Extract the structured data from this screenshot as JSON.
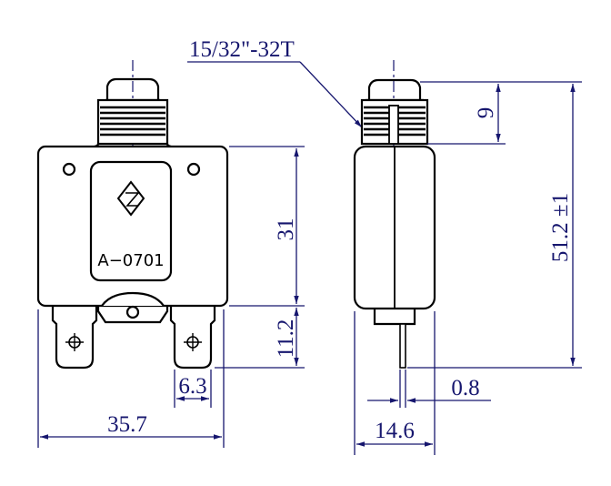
{
  "front_view": {
    "model_label": "A−0701",
    "logo": "switch-logo-icon"
  },
  "dimensions": {
    "thread": "15/32\"-32T",
    "bushing_height": "9",
    "overall_height": "51.2 ±1",
    "body_height": "31",
    "terminal_height": "11.2",
    "terminal_width": "6.3",
    "overall_width": "35.7",
    "terminal_thickness": "0.8",
    "side_width": "14.6"
  },
  "colors": {
    "outline": "#000000",
    "dimension": "#16166e"
  }
}
